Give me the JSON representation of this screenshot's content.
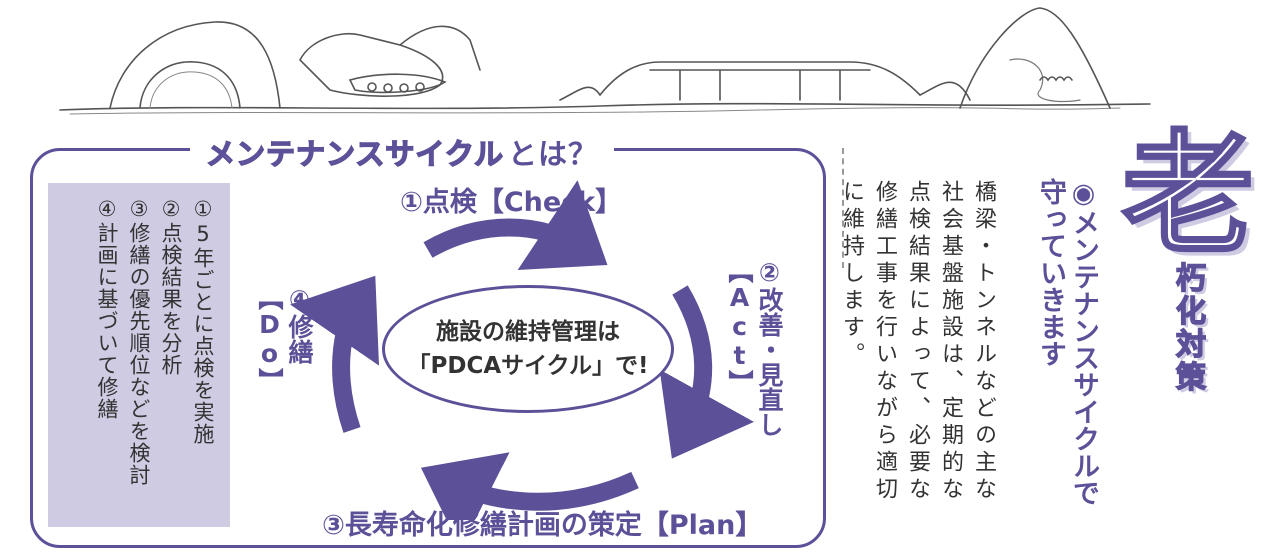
{
  "header": {
    "big_char": "老",
    "sub_title": "朽化対策"
  },
  "headline": "◉メンテナンスサイクルで守っていきます",
  "body_text": "橋梁・トンネルなどの主な社会基盤施設は、定期的な点検結果によって、必要な修繕工事を行いながら適切に維持します。",
  "cycle_title": {
    "outlined": "メンテナンスサイクル",
    "solid": "とは？"
  },
  "steps_list": [
    "①5年ごとに点検を実施",
    "②点検結果を分析",
    "③修繕の優先順位などを検討",
    "④計画に基づいて修繕"
  ],
  "cycle": {
    "step1": "①点検【Check】",
    "step2": "②改善・見直し【Act】",
    "step3": "③長寿命化修繕計画の策定【Plan】",
    "step4": "④修繕【Do】",
    "center_line1": "施設の維持管理は",
    "center_line2": "「PDCAサイクル」で!"
  },
  "colors": {
    "accent": "#5c5198",
    "accent_light": "#cfcbe2",
    "text": "#333333"
  }
}
